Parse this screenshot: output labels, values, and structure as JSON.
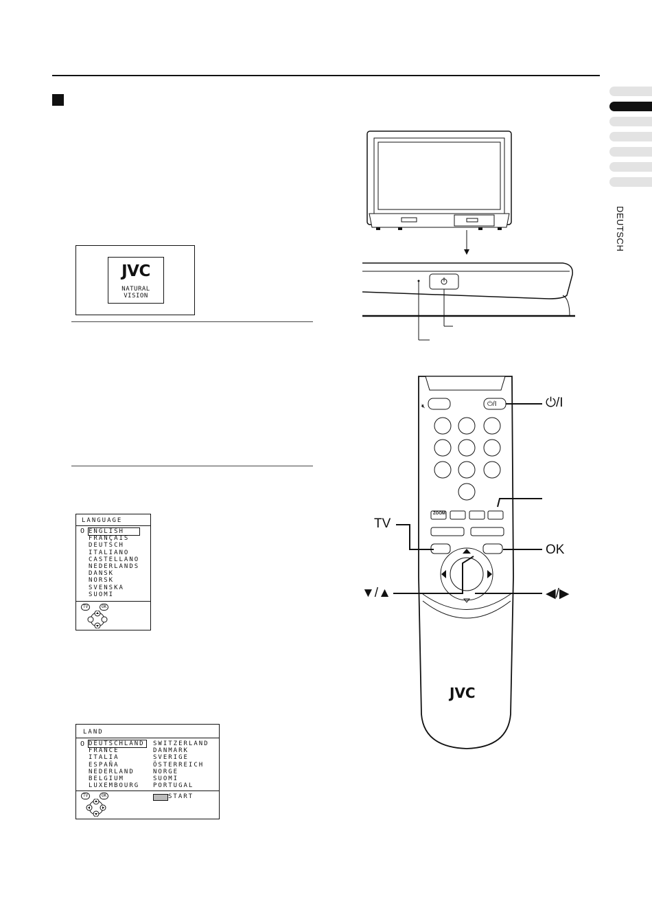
{
  "side_tab": {
    "label": "DEUTSCH"
  },
  "logo_screen": {
    "brand": "JVC",
    "tagline": "NATURAL VISION"
  },
  "language_menu": {
    "title": "LANGUAGE",
    "items": [
      "ENGLISH",
      "FRANÇAIS",
      "DEUTSCH",
      "ITALIANO",
      "CASTELLANO",
      "NEDERLANDS",
      "DANSK",
      "NORSK",
      "SVENSKA",
      "SUOMI"
    ],
    "selected": "ENGLISH",
    "keys": [
      "TV",
      "OK"
    ]
  },
  "land_menu": {
    "title": "LAND",
    "col1": [
      "DEUTSCHLAND",
      "FRANCE",
      "ITALIA",
      "ESPAÑA",
      "NEDERLAND",
      "BELGIUM",
      "LUXEMBOURG"
    ],
    "col2": [
      "SWITZERLAND",
      "DANMARK",
      "SVERIGE",
      "ÖSTERREICH",
      "NORGE",
      "SUOMI",
      "PORTUGAL"
    ],
    "selected": "DEUTSCHLAND",
    "keys": [
      "TV",
      "OK"
    ],
    "start_label": "START"
  },
  "remote": {
    "brand": "JVC",
    "zoom_label": "ZOOM",
    "callouts": {
      "power": "⏻/I",
      "tv": "TV",
      "ok": "OK",
      "updown": "▼/▲",
      "leftright": "◀/▶"
    }
  }
}
